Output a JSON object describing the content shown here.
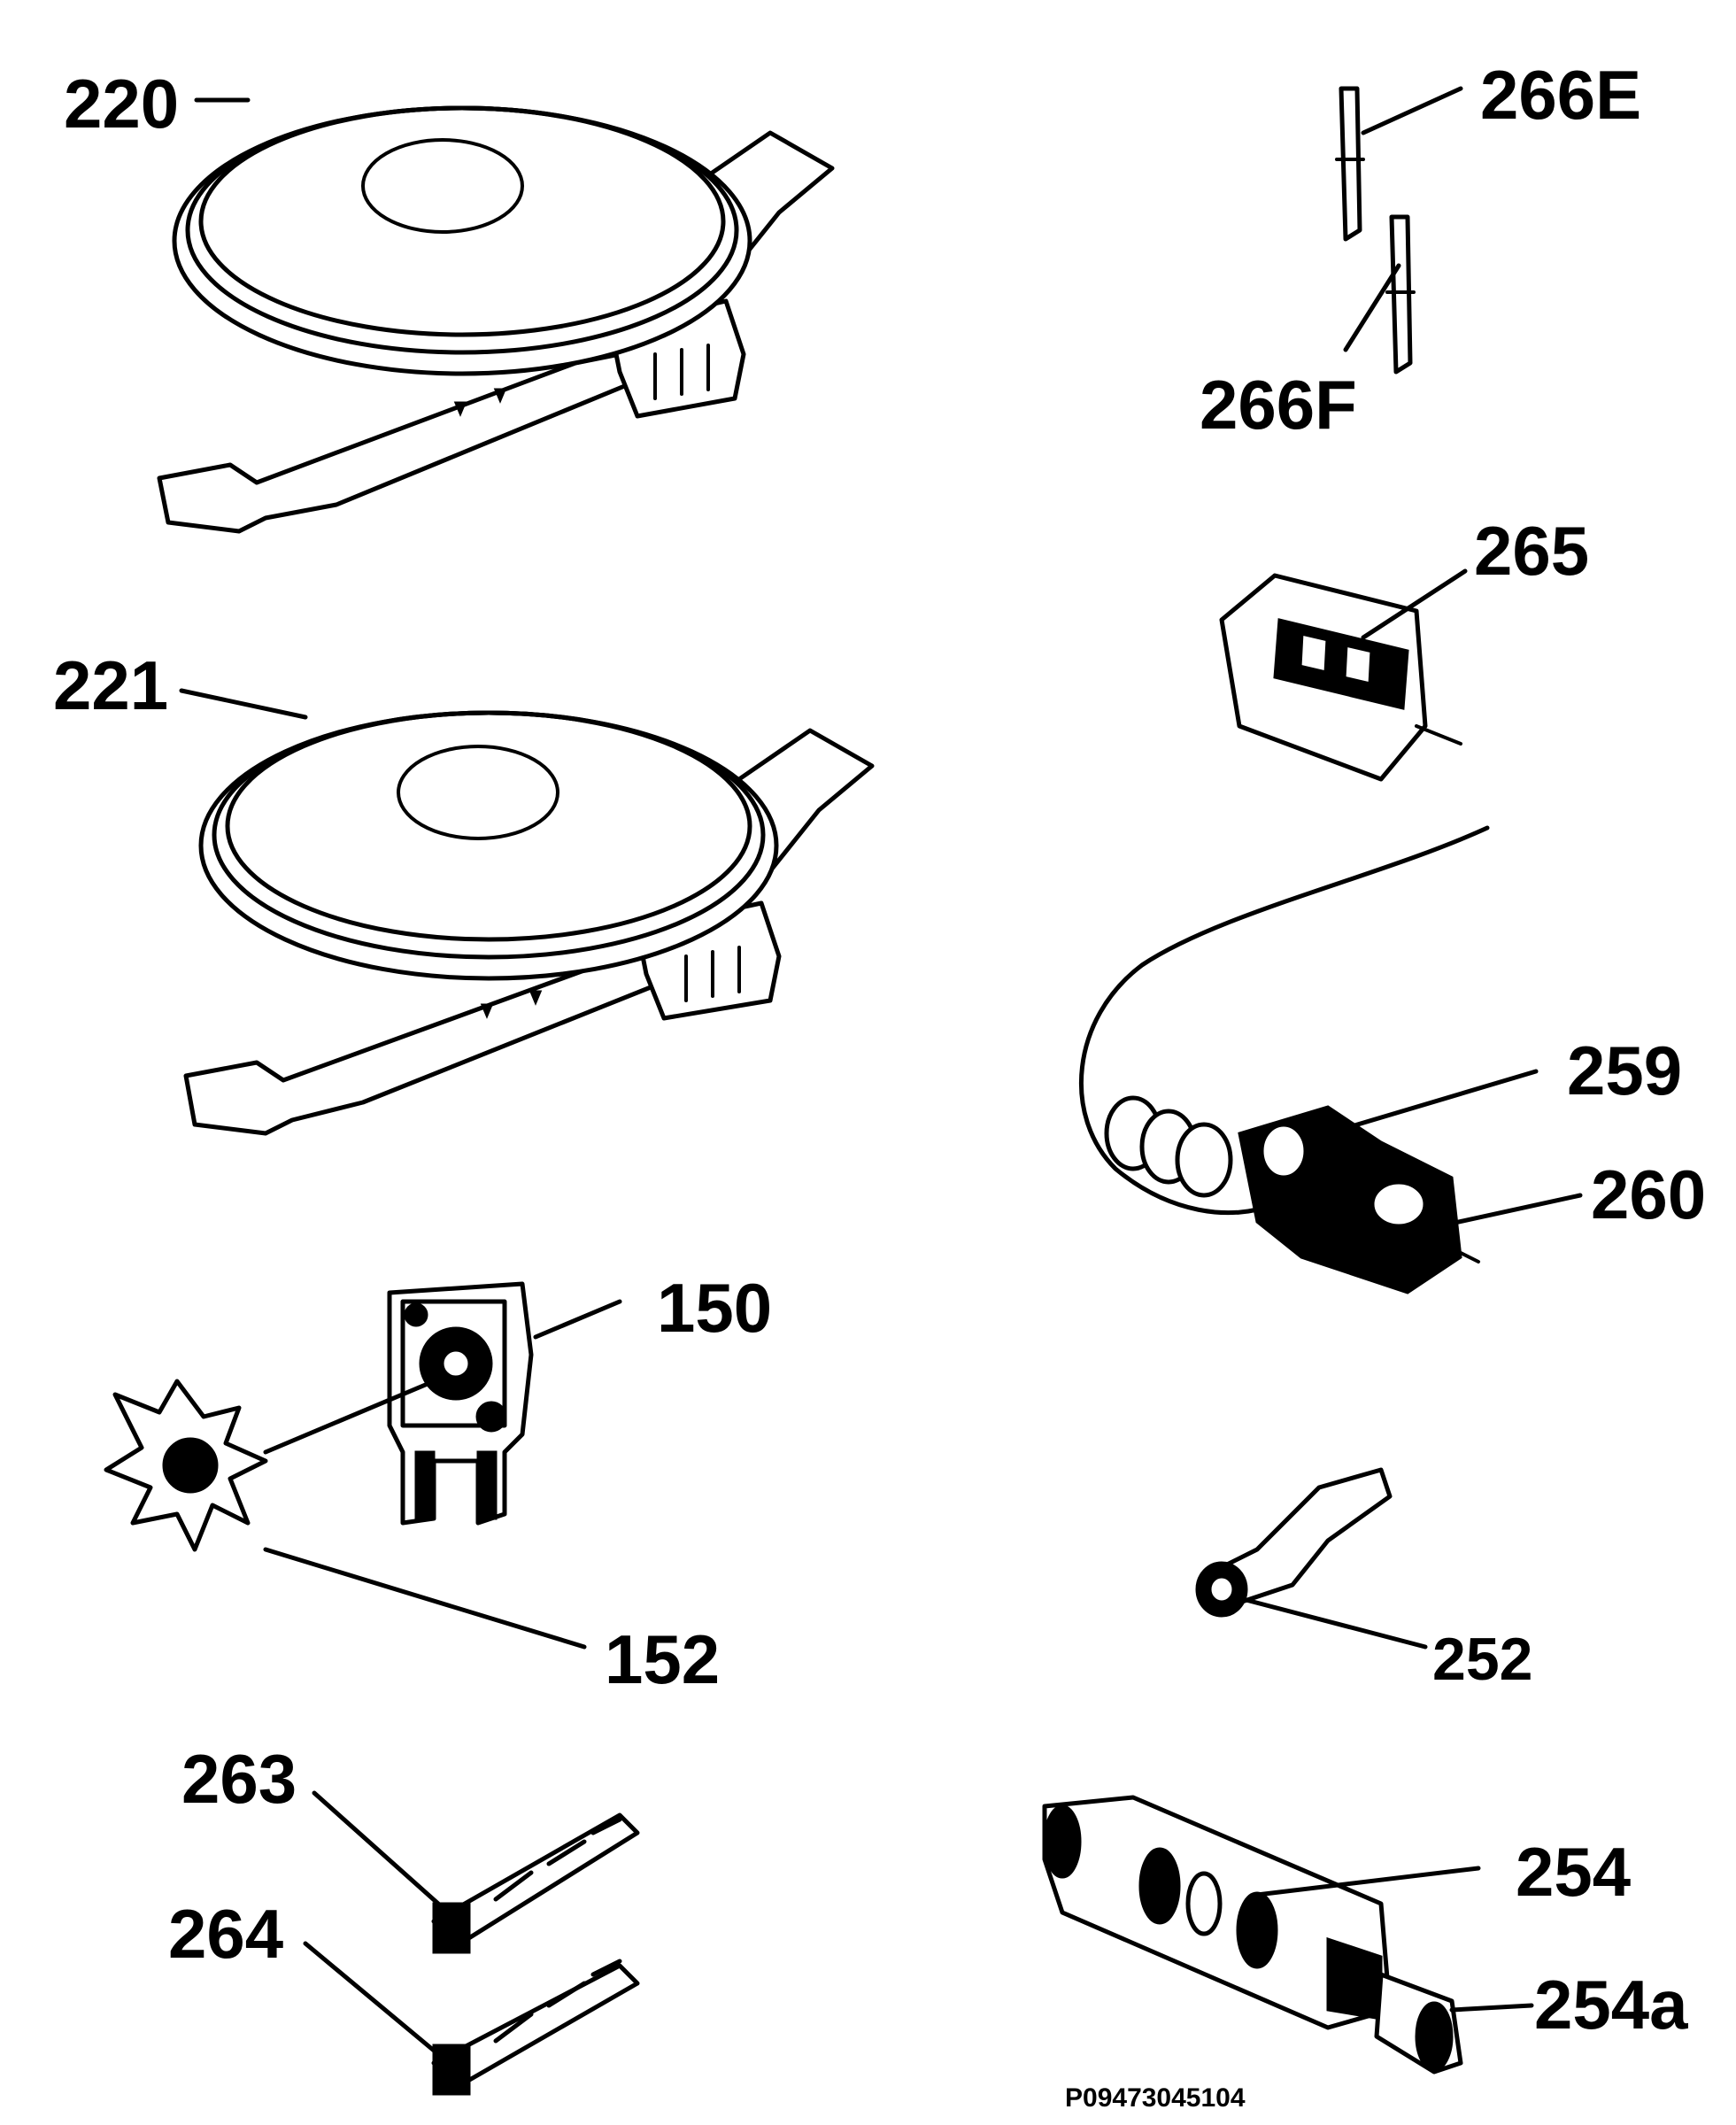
{
  "diagram": {
    "code": "P09473045104",
    "labels": {
      "p220": "220",
      "p221": "221",
      "p266E": "266E",
      "p266F": "266F",
      "p265": "265",
      "p259": "259",
      "p260": "260",
      "p150": "150",
      "p152": "152",
      "p252": "252",
      "p263": "263",
      "p264": "264",
      "p254": "254",
      "p254a": "254a"
    }
  }
}
